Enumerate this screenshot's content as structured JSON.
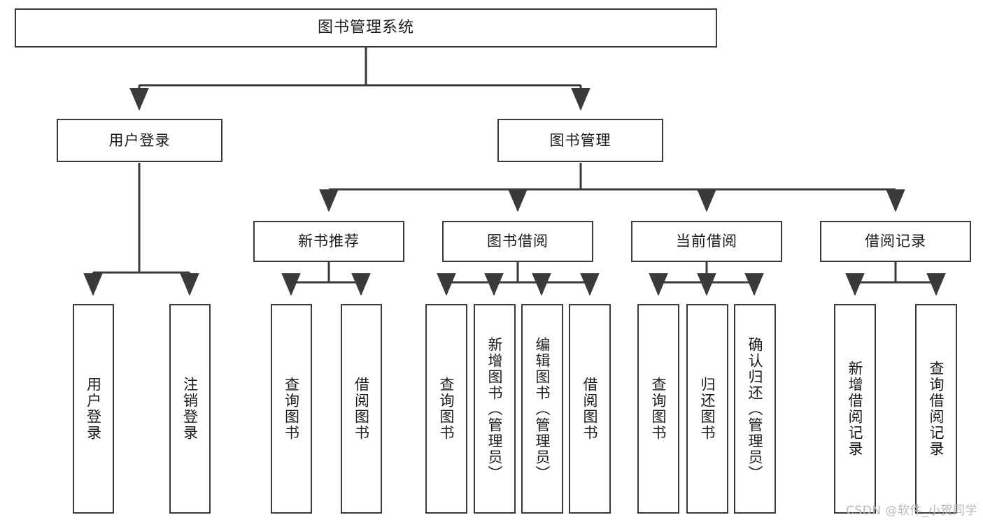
{
  "diagram": {
    "title": "图书管理系统",
    "watermark": "CSDN @软件_小贺同学",
    "line_color": "#3a3a3a",
    "text_color": "#1b1b1b",
    "background": "#ffffff",
    "nodes": {
      "root": "图书管理系统",
      "level2": {
        "user_login": "用户登录",
        "book_manage": "图书管理"
      },
      "level3": {
        "new_book_recommend": "新书推荐",
        "book_borrow": "图书借阅",
        "current_borrow": "当前借阅",
        "borrow_record": "借阅记录"
      },
      "leaves": {
        "user_login_1": "用户登录",
        "user_login_2": "注销登录",
        "recommend_1": "查询图书",
        "recommend_2": "借阅图书",
        "borrow_1": "查询图书",
        "borrow_2": "新增图书（管理员）",
        "borrow_3": "编辑图书（管理员）",
        "borrow_4": "借阅图书",
        "current_1": "查询图书",
        "current_2": "归还图书",
        "current_3": "确认归还（管理员）",
        "record_1": "新增借阅记录",
        "record_2": "查询借阅记录"
      }
    }
  }
}
